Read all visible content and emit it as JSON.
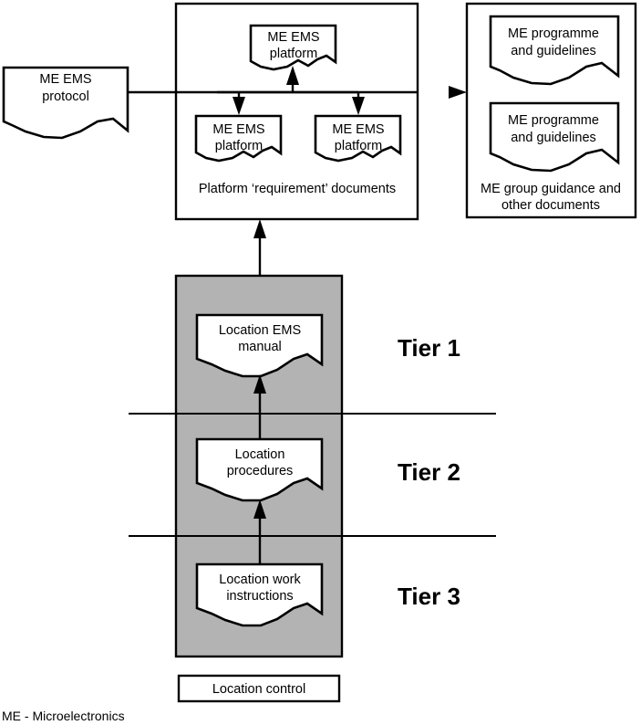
{
  "figure": {
    "title": "EMS documentation hierarchy diagram",
    "footnote": "ME - Microelectronics",
    "colors": {
      "stroke": "#000000",
      "background": "#ffffff",
      "tier_column_fill": "#b3b3b3"
    }
  },
  "left": {
    "protocol_doc": {
      "line1": "ME EMS",
      "line2": "protocol"
    }
  },
  "middle": {
    "top_doc": {
      "line1": "ME EMS",
      "line2": "platform"
    },
    "bottom_left_doc": {
      "line1": "ME EMS",
      "line2": "platform"
    },
    "bottom_right_doc": {
      "line1": "ME EMS",
      "line2": "platform"
    },
    "caption": "Platform ‘requirement’ documents"
  },
  "right": {
    "doc_one": {
      "line1": "ME programme",
      "line2": "and guidelines"
    },
    "doc_two": {
      "line1": "ME programme",
      "line2": "and guidelines"
    },
    "caption_line1": "ME group guidance and",
    "caption_line2": "other documents"
  },
  "tiers": [
    {
      "label": "Tier 1",
      "doc_line1": "Location EMS",
      "doc_line2": "manual"
    },
    {
      "label": "Tier 2",
      "doc_line1": "Location",
      "doc_line2": "procedures"
    },
    {
      "label": "Tier 3",
      "doc_line1": "Location work",
      "doc_line2": "instructions"
    }
  ],
  "bottom": {
    "control_box_label": "Location control"
  }
}
